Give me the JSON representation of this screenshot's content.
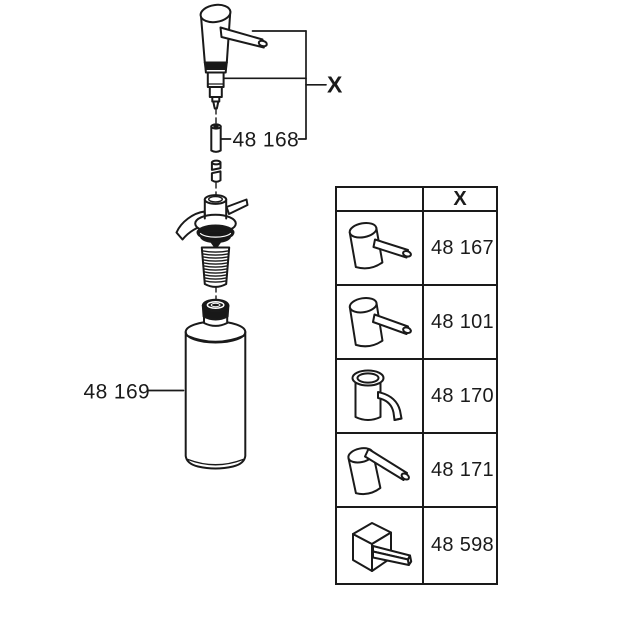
{
  "colors": {
    "line": "#1a1a1a",
    "background": "#ffffff"
  },
  "diagram": {
    "callout_x": "X",
    "label_pump_tube": "48 168",
    "label_bottle": "48 169"
  },
  "variants_table": {
    "header_x": "X",
    "rows": [
      {
        "icon": "pump-head-cylindrical-short-spout-icon",
        "part_number": "48 167"
      },
      {
        "icon": "pump-head-cylindrical-spout-icon",
        "part_number": "48 101"
      },
      {
        "icon": "pump-head-open-top-curved-spout-icon",
        "part_number": "48 170"
      },
      {
        "icon": "pump-head-domed-long-spout-icon",
        "part_number": "48 171"
      },
      {
        "icon": "pump-head-square-spout-icon",
        "part_number": "48 598"
      }
    ]
  }
}
